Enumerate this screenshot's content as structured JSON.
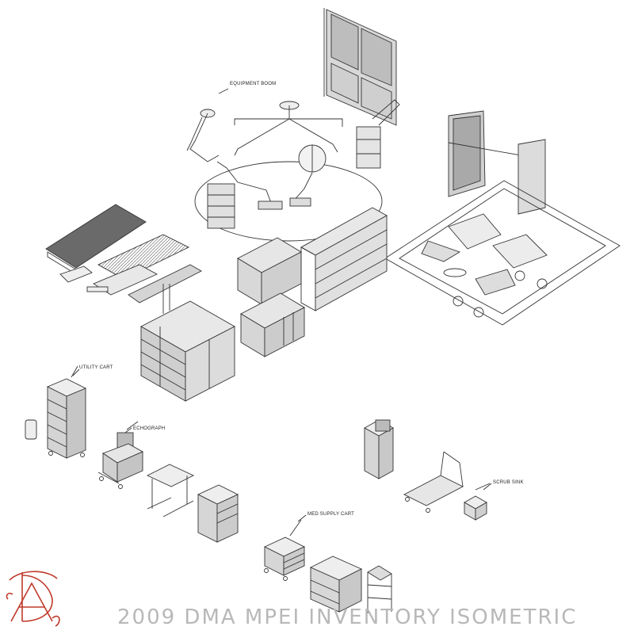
{
  "labels": {
    "equipment_boom": "EQUIPMENT BOOM",
    "utility_cart": "UTILITY CART",
    "echograph": "ECHOGRAPH",
    "med_supply_cart": "MED SUPPLY CART",
    "scrub_sink": "SCRUB SINK"
  },
  "footer": {
    "title": "2009  DMA  MPEI  INVENTORY ISOMETRIC"
  },
  "logo": {
    "icon": "dma-monogram-logo",
    "color": "#c0392b"
  },
  "colors": {
    "line": "#333333",
    "fill_light": "#e6e6e6",
    "fill_dark": "#6a6a6a",
    "background": "#ffffff"
  }
}
